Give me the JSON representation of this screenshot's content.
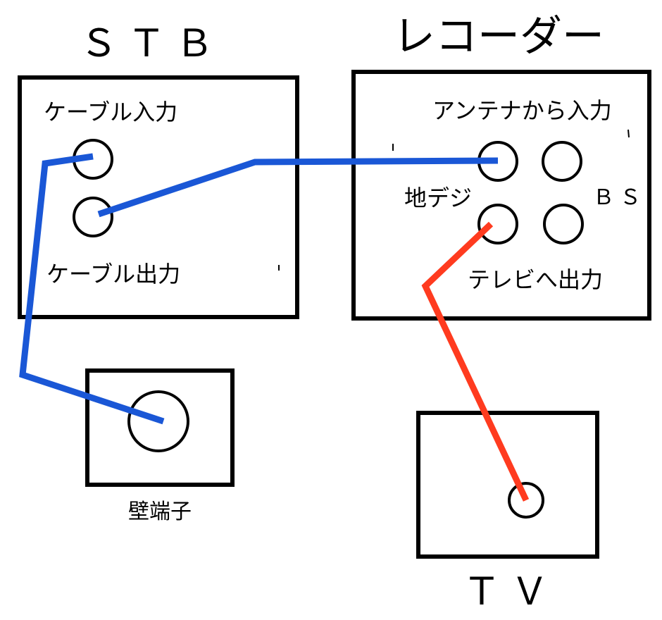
{
  "titles": {
    "stb": "ＳＴＢ",
    "recorder": "レコーダー",
    "tv": "ＴＶ"
  },
  "labels": {
    "cable_in": "ケーブル入力",
    "cable_out": "ケーブル出力",
    "antenna_in": "アンテナから入力",
    "terrestrial": "地デジ",
    "bs": "ＢＳ",
    "tv_out": "テレビへ出力",
    "wall_outlet": "壁端子"
  },
  "colors": {
    "cable_blue": "#1a57d6",
    "cable_red": "#ff3b1f",
    "outline": "#000000"
  }
}
